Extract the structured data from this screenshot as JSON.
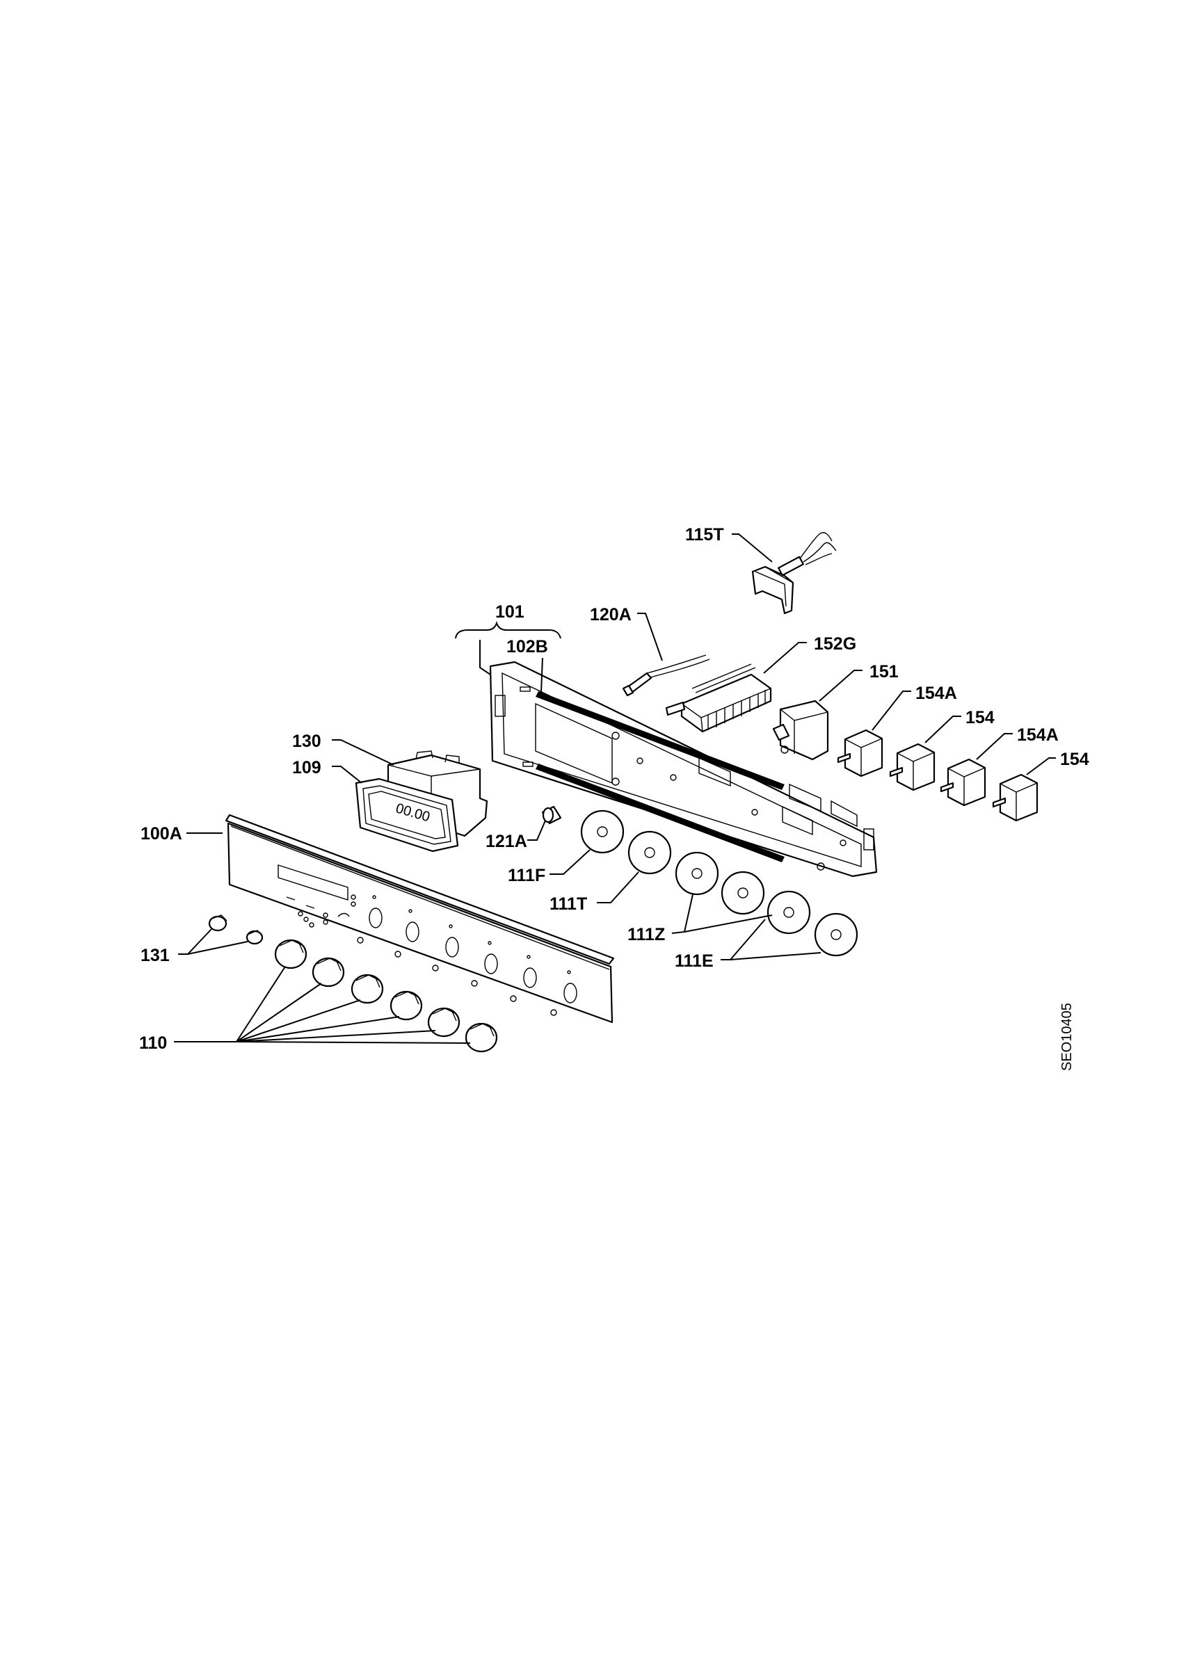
{
  "labels": {
    "p115T": "115T",
    "p120A": "120A",
    "p101": "101",
    "p102B": "102B",
    "p152G": "152G",
    "p151": "151",
    "p154A_1": "154A",
    "p154_1": "154",
    "p154A_2": "154A",
    "p154_2": "154",
    "p130": "130",
    "p109": "109",
    "p100A": "100A",
    "p121A": "121A",
    "p111F": "111F",
    "p111T": "111T",
    "p111Z": "111Z",
    "p111E": "111E",
    "p131": "131",
    "p110": "110"
  },
  "display_digits": "00.00",
  "drawing_code": "SEO10405"
}
